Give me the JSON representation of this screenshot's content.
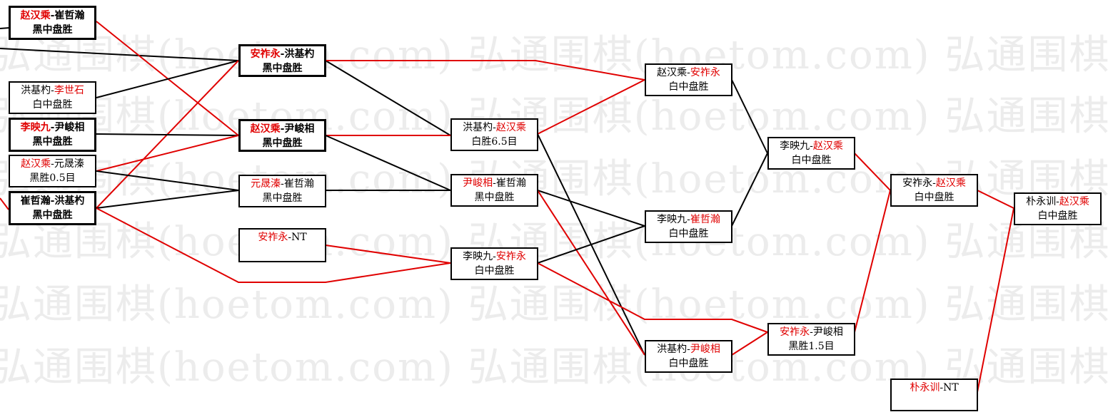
{
  "watermark": "弘通围棋(hoetom.com) 弘通围棋(hoetom.com) 弘通围棋",
  "colors": {
    "win": "#e00000",
    "loss": "#000000"
  },
  "nodes": {
    "r1_1": {
      "p1": "赵汉乘",
      "sep": "-",
      "p2": "崔哲瀚",
      "winner": 1,
      "result": "黑中盘胜"
    },
    "r1_2": {
      "p1": "洪基杓",
      "sep": "-",
      "p2": "李世石",
      "winner": 2,
      "result": "白中盘胜"
    },
    "r1_3": {
      "p1": "李映九",
      "sep": "-",
      "p2": "尹峻相",
      "winner": 1,
      "result": "黑中盘胜"
    },
    "r1_4": {
      "p1": "赵汉乘",
      "sep": "-",
      "p2": "元晟溱",
      "winner": 1,
      "result": "黑胜0.5目"
    },
    "r1_5": {
      "p1": "崔哲瀚",
      "sep": "-",
      "p2": "洪基杓",
      "winner": 0,
      "result": "黑中盘胜"
    },
    "r2_1": {
      "p1": "安祚永",
      "sep": "-",
      "p2": "洪基杓",
      "winner": 1,
      "result": "黑中盘胜"
    },
    "r2_2": {
      "p1": "赵汉乘",
      "sep": "-",
      "p2": "尹峻相",
      "winner": 1,
      "result": "黑中盘胜"
    },
    "r2_3": {
      "p1": "元晟溱",
      "sep": "-",
      "p2": "崔哲瀚",
      "winner": 1,
      "result": "黑中盘胜"
    },
    "r2_4": {
      "p1": "安祚永",
      "sep": "-",
      "p2": "NT",
      "winner": 1,
      "result": ""
    },
    "r3_1": {
      "p1": "洪基杓",
      "sep": "-",
      "p2": "赵汉乘",
      "winner": 2,
      "result": "白胜6.5目"
    },
    "r3_2": {
      "p1": "尹峻相",
      "sep": "-",
      "p2": "崔哲瀚",
      "winner": 1,
      "result": "黑中盘胜"
    },
    "r3_3": {
      "p1": "李映九",
      "sep": "-",
      "p2": "安祚永",
      "winner": 2,
      "result": "白中盘胜"
    },
    "r4_1": {
      "p1": "赵汉乘",
      "sep": "-",
      "p2": "安祚永",
      "winner": 2,
      "result": "白中盘胜"
    },
    "r4_2": {
      "p1": "李映九",
      "sep": "-",
      "p2": "崔哲瀚",
      "winner": 2,
      "result": "白中盘胜"
    },
    "r4_3": {
      "p1": "洪基杓",
      "sep": "-",
      "p2": "尹峻相",
      "winner": 2,
      "result": "白中盘胜"
    },
    "r5_1": {
      "p1": "李映九",
      "sep": "-",
      "p2": "赵汉乘",
      "winner": 2,
      "result": "白中盘胜"
    },
    "r5_2": {
      "p1": "安祚永",
      "sep": "-",
      "p2": "尹峻相",
      "winner": 1,
      "result": "黑胜1.5目"
    },
    "r6_1": {
      "p1": "安祚永",
      "sep": "-",
      "p2": "赵汉乘",
      "winner": 2,
      "result": "白中盘胜"
    },
    "r6_2": {
      "p1": "朴永训",
      "sep": "-",
      "p2": "NT",
      "winner": 1,
      "result": ""
    },
    "r7_1": {
      "p1": "朴永训",
      "sep": "-",
      "p2": "赵汉乘",
      "winner": 2,
      "result": "白中盘胜"
    }
  }
}
